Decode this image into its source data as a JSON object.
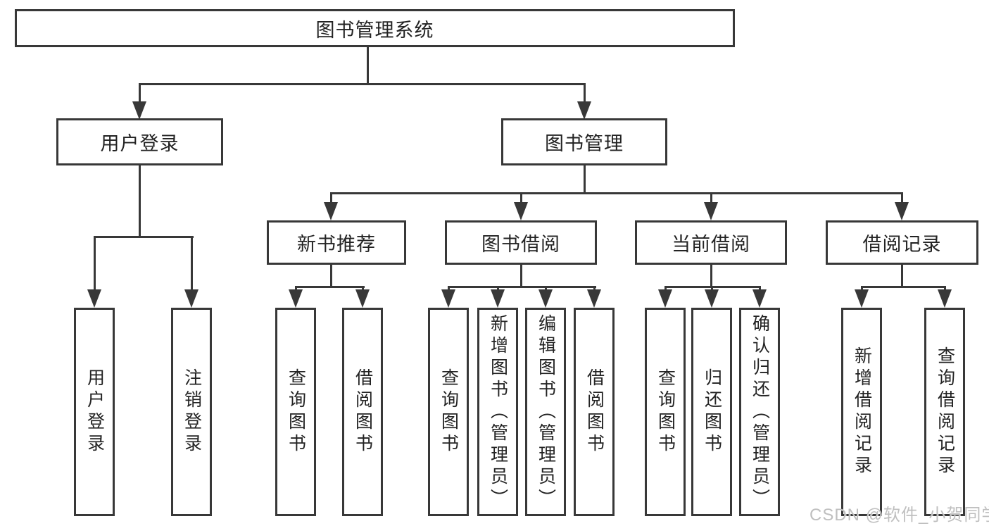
{
  "colors": {
    "line": "#383838",
    "text": "#232323",
    "background": "#ffffff",
    "watermark": "#bfbfbf"
  },
  "tree": {
    "root": {
      "label": "图书管理系统"
    },
    "level2": [
      {
        "label": "用户登录",
        "children": [
          {
            "label": "用户登录"
          },
          {
            "label": "注销登录"
          }
        ]
      },
      {
        "label": "图书管理",
        "children": [
          {
            "label": "新书推荐",
            "children": [
              {
                "label": "查询图书"
              },
              {
                "label": "借阅图书"
              }
            ]
          },
          {
            "label": "图书借阅",
            "children": [
              {
                "label": "查询图书"
              },
              {
                "label": "新增图书（管理员）"
              },
              {
                "label": "编辑图书（管理员）"
              },
              {
                "label": "借阅图书"
              }
            ]
          },
          {
            "label": "当前借阅",
            "children": [
              {
                "label": "查询图书"
              },
              {
                "label": "归还图书"
              },
              {
                "label": "确认归还（管理员）"
              }
            ]
          },
          {
            "label": "借阅记录",
            "children": [
              {
                "label": "新增借阅记录"
              },
              {
                "label": "查询借阅记录"
              }
            ]
          }
        ]
      }
    ]
  },
  "watermark": {
    "text": "CSDN @软件_小贺同学"
  }
}
